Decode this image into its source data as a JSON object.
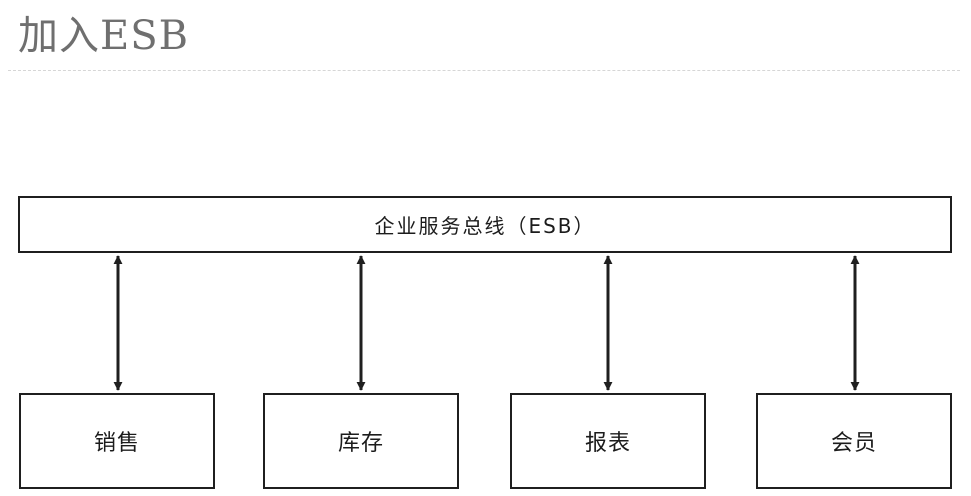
{
  "page": {
    "title": "加入ESB"
  },
  "diagram": {
    "bus_label": "企业服务总线（ESB）",
    "modules": [
      {
        "label": "销售"
      },
      {
        "label": "库存"
      },
      {
        "label": "报表"
      },
      {
        "label": "会员"
      }
    ],
    "connector_style": "bidirectional-arrow",
    "colors": {
      "stroke": "#1f1f1f",
      "title_text": "#6f6f6f",
      "background": "#ffffff"
    }
  }
}
